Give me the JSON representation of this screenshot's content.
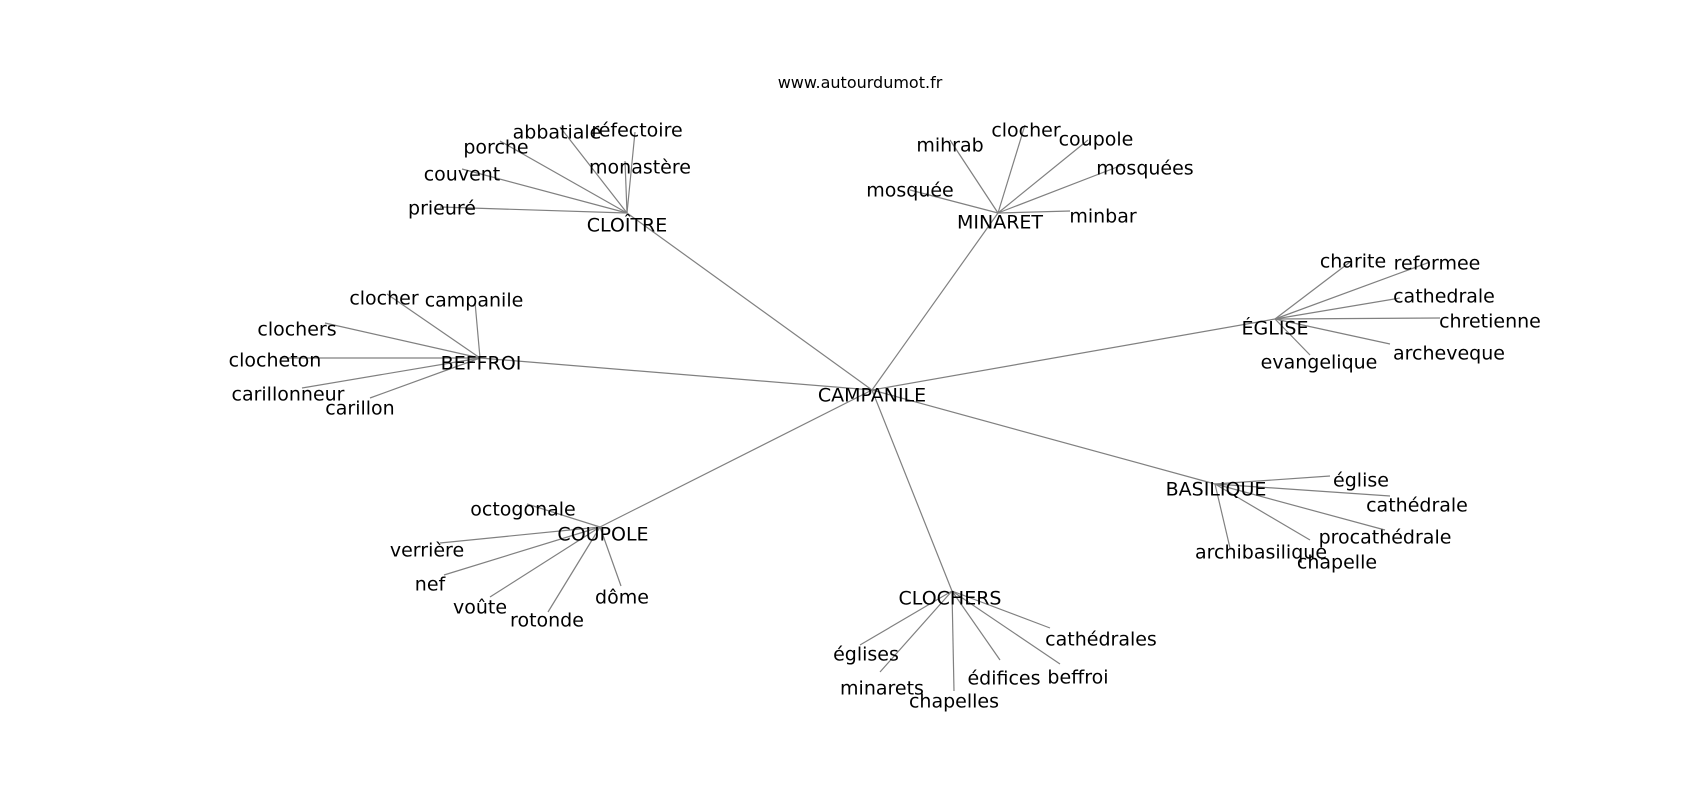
{
  "header": {
    "site": "www.autourdumot.fr"
  },
  "center": "CAMPANILE",
  "groups": [
    {
      "label": "CLOÎTRE",
      "words": [
        "abbatiale",
        "réfectoire",
        "porche",
        "monastère",
        "couvent",
        "prieuré"
      ]
    },
    {
      "label": "MINARET",
      "words": [
        "mihrab",
        "clocher",
        "coupole",
        "mosquées",
        "mosquée",
        "minbar"
      ]
    },
    {
      "label": "ÉGLISE",
      "words": [
        "charite",
        "reformee",
        "cathedrale",
        "chretienne",
        "archeveque",
        "evangelique"
      ]
    },
    {
      "label": "BEFFROI",
      "words": [
        "clocher",
        "campanile",
        "clochers",
        "clocheton",
        "carillonneur",
        "carillon"
      ]
    },
    {
      "label": "BASILIQUE",
      "words": [
        "église",
        "cathédrale",
        "procathédrale",
        "chapelle",
        "archibasilique"
      ]
    },
    {
      "label": "COUPOLE",
      "words": [
        "octogonale",
        "verrière",
        "nef",
        "voûte",
        "rotonde",
        "dôme"
      ]
    },
    {
      "label": "CLOCHERS",
      "words": [
        "cathédrales",
        "églises",
        "édifices",
        "beffroi",
        "minarets",
        "chapelles"
      ]
    }
  ]
}
